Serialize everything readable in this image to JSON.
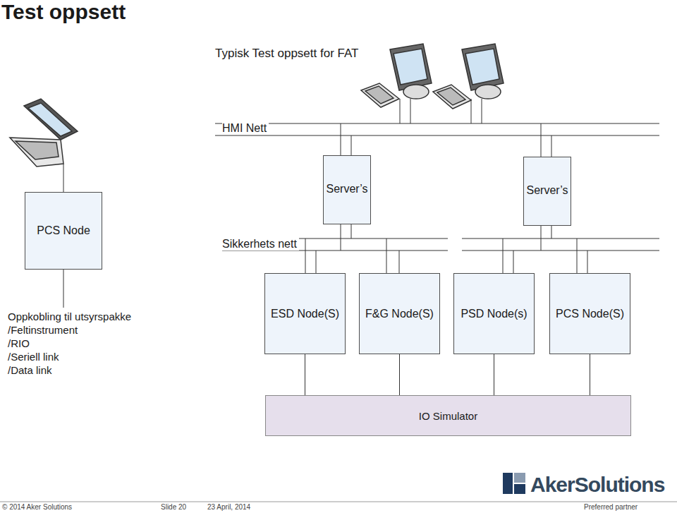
{
  "diagram": {
    "title": "Test oppsett",
    "nodes": [
      {
        "text": [
          "Server’s"
        ]
      },
      {
        "text": [
          "Server’s"
        ]
      },
      {
        "text": [
          "PCS Node"
        ]
      },
      {
        "text": [
          "ESD Node(S)"
        ]
      },
      {
        "text": [
          "F&G Node(S)"
        ]
      },
      {
        "text": [
          "PSD Node(s)"
        ]
      },
      {
        "text": [
          "PCS Node(S)"
        ]
      },
      {
        "text": [
          "IO Simulator"
        ]
      }
    ],
    "edges": [
      {
        "from": 3,
        "to": 7,
        "arrow": "none"
      },
      {
        "from": 4,
        "to": 7,
        "arrow": "none"
      },
      {
        "from": 5,
        "to": 7,
        "arrow": "none"
      },
      {
        "from": 6,
        "to": 7,
        "arrow": "none"
      }
    ],
    "labels": [
      "Typisk Test oppsett for FAT",
      "HMI Nett",
      "Sikkerhets nett",
      "Oppkobling til utsyrspakke",
      "/Feltinstrument",
      "/RIO",
      "/Seriell link",
      "/Data link",
      "AkerSolutions",
      "© 2014 Aker Solutions",
      "Slide 20",
      "23 April, 2014",
      "Preferred partner"
    ]
  }
}
